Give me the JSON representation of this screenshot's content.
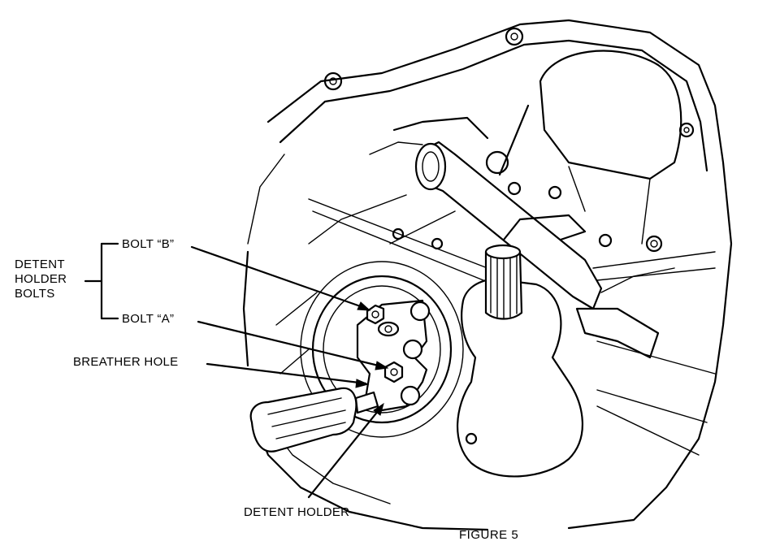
{
  "labels": {
    "detent_holder_bolts_line1": "DETENT",
    "detent_holder_bolts_line2": "HOLDER",
    "detent_holder_bolts_line3": "BOLTS",
    "bolt_b": "BOLT “B”",
    "bolt_a": "BOLT “A”",
    "breather_hole": "BREATHER HOLE",
    "detent_holder": "DETENT HOLDER"
  },
  "caption": "FIGURE 5"
}
